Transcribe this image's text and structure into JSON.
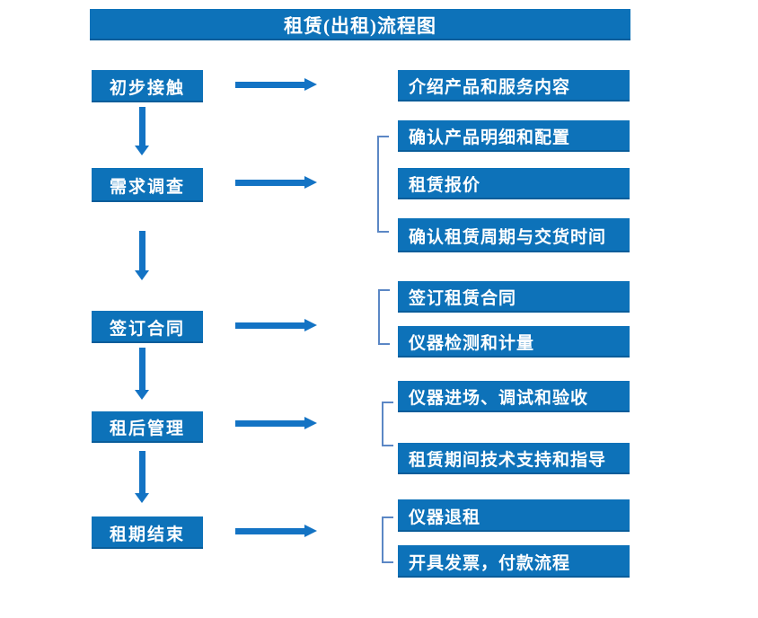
{
  "title": "租赁(出租)流程图",
  "colors": {
    "box_fill": "#0d72b9",
    "arrow": "#1373c4",
    "bracket_line": "#5b87c5",
    "text": "#ffffff",
    "background": "#ffffff"
  },
  "steps": [
    {
      "label": "初步接触",
      "details": [
        "介绍产品和服务内容"
      ]
    },
    {
      "label": "需求调查",
      "details": [
        "确认产品明细和配置",
        "租赁报价",
        "确认租赁周期与交货时间"
      ]
    },
    {
      "label": "签订合同",
      "details": [
        "签订租赁合同",
        "仪器检测和计量"
      ]
    },
    {
      "label": "租后管理",
      "details": [
        "仪器进场、调试和验收",
        "租赁期间技术支持和指导"
      ]
    },
    {
      "label": "租期结束",
      "details": [
        "仪器退租",
        "开具发票，付款流程"
      ]
    }
  ]
}
